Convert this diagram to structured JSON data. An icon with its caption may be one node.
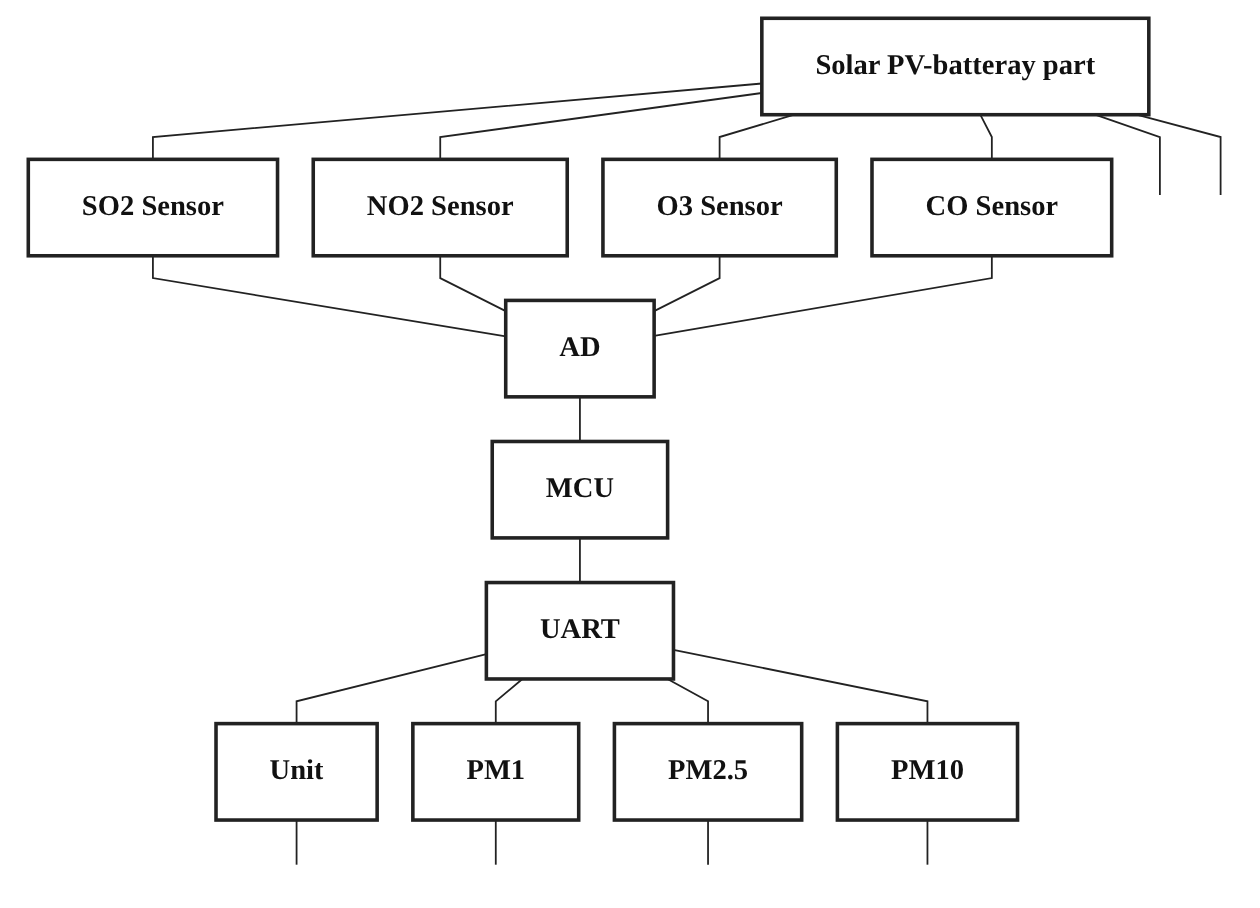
{
  "diagram": {
    "nodes": [
      {
        "text": [
          "Solar PV-batteray part"
        ]
      },
      {
        "text": [
          "SO2 Sensor"
        ]
      },
      {
        "text": [
          "NO2 Sensor"
        ]
      },
      {
        "text": [
          "O3 Sensor"
        ]
      },
      {
        "text": [
          "CO Sensor"
        ]
      },
      {
        "text": [
          "AD"
        ]
      },
      {
        "text": [
          "MCU"
        ]
      },
      {
        "text": [
          "UART"
        ]
      },
      {
        "text": [
          "Unit"
        ]
      },
      {
        "text": [
          "PM1"
        ]
      },
      {
        "text": [
          "PM2.5"
        ]
      },
      {
        "text": [
          "PM10"
        ]
      }
    ],
    "edges": [
      {
        "from": 0,
        "to": null,
        "arrow": "none"
      },
      {
        "from": 0,
        "to": null,
        "arrow": "none"
      },
      {
        "from": 0,
        "to": 1,
        "arrow": "none"
      },
      {
        "from": 0,
        "to": 2,
        "arrow": "none"
      },
      {
        "from": 0,
        "to": 3,
        "arrow": "none"
      },
      {
        "from": 0,
        "to": 4,
        "arrow": "none"
      },
      {
        "from": 1,
        "to": 5,
        "arrow": "none"
      },
      {
        "from": 2,
        "to": 5,
        "arrow": "none"
      },
      {
        "from": 3,
        "to": 5,
        "arrow": "none"
      },
      {
        "from": 4,
        "to": 5,
        "arrow": "none"
      },
      {
        "from": 5,
        "to": 6,
        "arrow": "none"
      },
      {
        "from": 6,
        "to": 7,
        "arrow": "none"
      },
      {
        "from": 7,
        "to": 8,
        "arrow": "none"
      },
      {
        "from": 7,
        "to": 9,
        "arrow": "none"
      },
      {
        "from": 7,
        "to": 10,
        "arrow": "none"
      },
      {
        "from": 7,
        "to": 11,
        "arrow": "none"
      },
      {
        "from": 8,
        "to": null,
        "arrow": "none"
      },
      {
        "from": 9,
        "to": null,
        "arrow": "none"
      },
      {
        "from": 10,
        "to": null,
        "arrow": "none"
      },
      {
        "from": 11,
        "to": null,
        "arrow": "none"
      }
    ]
  }
}
